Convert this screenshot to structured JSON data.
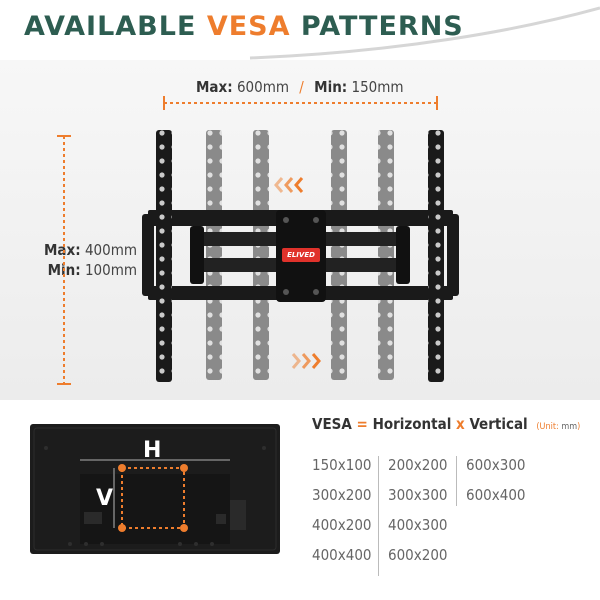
{
  "header": {
    "title_part1": "AVAILABLE",
    "title_part2": "VESA",
    "title_part3": "PATTERNS"
  },
  "dimensions": {
    "horizontal": {
      "max_label": "Max:",
      "max_value": "600mm",
      "separator": "/",
      "min_label": "Min:",
      "min_value": "150mm"
    },
    "vertical": {
      "max_label": "Max:",
      "max_value": "400mm",
      "min_label": "Min:",
      "min_value": "100mm"
    }
  },
  "brand": {
    "logo_text": "ELIVED"
  },
  "formula": {
    "vesa": "VESA",
    "eq": "=",
    "horizontal": "Horizontal",
    "x": "x",
    "vertical": "Vertical",
    "unit_open": "(Unit:",
    "unit_value": "mm",
    "unit_close": ")"
  },
  "tv_diagram": {
    "h_label": "H",
    "v_label": "V"
  },
  "sizes": {
    "col1": [
      "150x100",
      "300x200",
      "400x200",
      "400x400"
    ],
    "col2": [
      "200x200",
      "300x300",
      "400x300",
      "600x200"
    ],
    "col3": [
      "600x300",
      "600x400"
    ]
  },
  "colors": {
    "accent": "#ee7d2d",
    "title_green": "#2d5d51",
    "bracket_black": "#1a1a1a",
    "bracket_gray": "#8a8a8a"
  }
}
